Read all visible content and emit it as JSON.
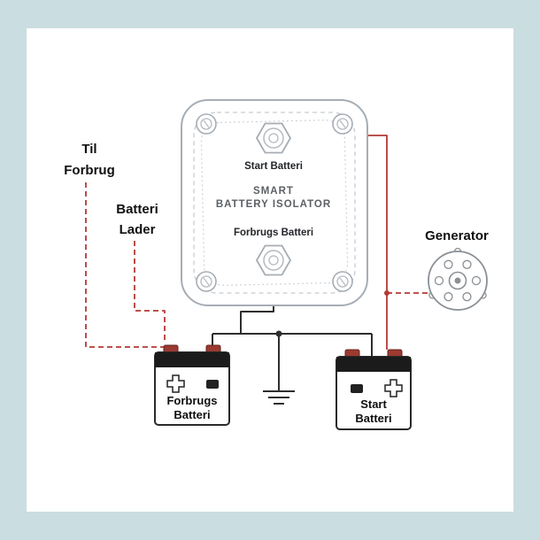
{
  "diagram_type": "battery-isolator-wiring-diagram",
  "colors": {
    "frame_background": "#cadde0",
    "canvas_background": "#ffffff",
    "wire_positive_red": "#b23a33",
    "wire_ground_black": "#2e2e2e",
    "device_gray": "#a6adb4",
    "battery_cap_red": "#9c3a31"
  },
  "left_labels": {
    "til": "Til",
    "forbrug": "Forbrug",
    "batteri": "Batteri",
    "lader": "Lader"
  },
  "generator": {
    "label": "Generator"
  },
  "isolator": {
    "top_terminal_label": "Start Batteri",
    "brand_line1": "SMART",
    "brand_line2": "BATTERY ISOLATOR",
    "bottom_terminal_label": "Forbrugs Batteri"
  },
  "batteries": {
    "left": {
      "line1": "Forbrugs",
      "line2": "Batteri"
    },
    "right": {
      "line1": "Start",
      "line2": "Batteri"
    }
  }
}
